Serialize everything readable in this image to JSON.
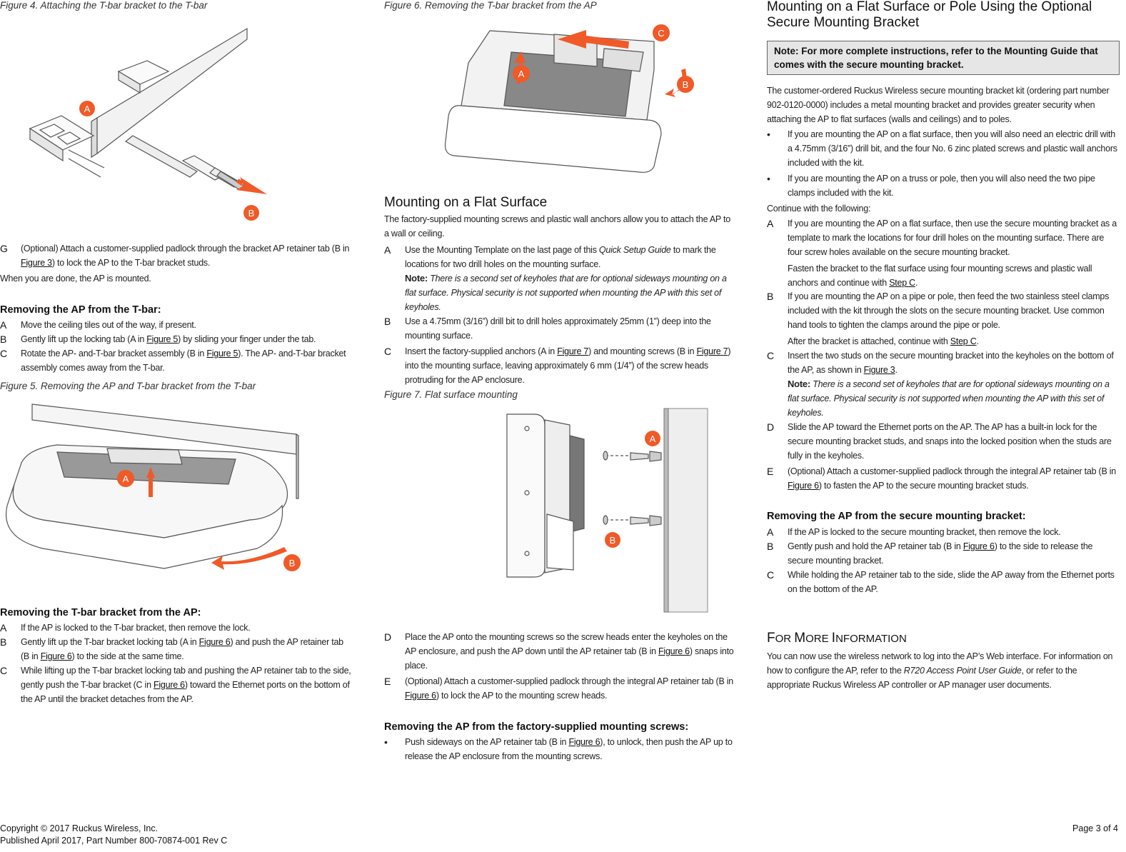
{
  "col1": {
    "fig4_caption": "Figure 4. Attaching the T-bar bracket to the T-bar",
    "fig4_labels": [
      "A",
      "B"
    ],
    "stepG_letter": "G",
    "stepG_a": "(Optional) Attach a customer-supplied padlock through the bracket AP retainer tab (B in ",
    "stepG_link": "Figure 3",
    "stepG_b": ") to lock the AP to the T-bar bracket studs.",
    "done_text": "When you are done, the AP is mounted.",
    "remove_ap_title": "Removing the AP from the T-bar:",
    "remove_ap_steps": [
      {
        "letter": "A",
        "a": "Move the ceiling tiles out of the way, if present.",
        "link": "",
        "b": ""
      },
      {
        "letter": "B",
        "a": "Gently lift up the locking tab (A in ",
        "link": "Figure 5",
        "b": ") by sliding your finger under the tab."
      },
      {
        "letter": "C",
        "a": "Rotate the AP- and-T-bar bracket assembly (B in ",
        "link": "Figure 5",
        "b": "). The AP- and-T-bar bracket assembly comes away from the T-bar."
      }
    ],
    "fig5_caption": "Figure 5. Removing the AP and T-bar bracket from the T-bar",
    "fig5_labels": [
      "A",
      "B"
    ],
    "remove_bracket_title": "Removing the T-bar bracket from the AP:",
    "remove_bracket_steps": [
      {
        "letter": "A",
        "a": "If the AP is locked to the T-bar bracket, then remove the lock.",
        "link": "",
        "b": ""
      },
      {
        "letter": "B",
        "a": "Gently lift up the T-bar bracket locking tab (A in ",
        "link": "Figure 6",
        "b": ") and push the AP retainer tab (B in ",
        "link2": "Figure 6",
        "c": ") to the side at the same time."
      },
      {
        "letter": "C",
        "a": "While lifting up the T-bar bracket locking tab and pushing the AP retainer tab to the side, gently push the T-bar bracket (C in ",
        "link": "Figure 6",
        "b": ") toward the Ethernet ports on the bottom of the AP until the bracket detaches from the AP."
      }
    ]
  },
  "col2": {
    "fig6_caption": "Figure 6. Removing the T-bar bracket from the AP",
    "fig6_labels": [
      "C",
      "A",
      "B"
    ],
    "flat_title": "Mounting on a Flat Surface",
    "flat_intro": "The factory-supplied mounting screws and plastic wall anchors allow you to attach the AP to a wall or ceiling.",
    "stepA_letter": "A",
    "stepA_a": "Use the Mounting Template on the last page of this ",
    "stepA_italic": "Quick Setup Guide",
    "stepA_b": " to mark the locations for two drill holes on the mounting surface.",
    "stepA_note_label": "Note:",
    "stepA_note": " There is a second set of keyholes that are for optional sideways mounting on a flat surface. Physical security is not supported when mounting the AP with this set of keyholes.",
    "stepB_letter": "B",
    "stepB": "Use a 4.75mm (3/16”) drill bit to drill holes approximately 25mm (1”) deep into the mounting surface.",
    "stepC_letter": "C",
    "stepC_a": "Insert the factory-supplied anchors (A in ",
    "stepC_link1": "Figure 7",
    "stepC_b": ") and mounting screws (B in ",
    "stepC_link2": "Figure 7",
    "stepC_c": ") into the mounting surface, leaving approximately 6 mm (1/4”) of the screw heads protruding for the AP enclosure.",
    "fig7_caption": "Figure 7. Flat surface mounting",
    "fig7_labels": [
      "A",
      "B"
    ],
    "stepD_letter": "D",
    "stepD_a": "Place the AP onto the mounting screws so the screw heads enter the keyholes on the AP enclosure, and push the AP down until the AP retainer tab (B in ",
    "stepD_link": "Figure 6",
    "stepD_b": ") snaps into place.",
    "stepE_letter": "E",
    "stepE_a": "(Optional) Attach a customer-supplied padlock through the integral AP retainer tab (B in ",
    "stepE_link": "Figure 6",
    "stepE_b": ") to lock the AP to the mounting screw heads.",
    "remove_screws_title": "Removing the AP from the factory-supplied mounting screws:",
    "remove_bullet": "•",
    "remove_a": "Push sideways on the AP retainer tab (B in ",
    "remove_link": "Figure 6",
    "remove_b": "), to unlock, then push the AP up to release the AP enclosure from the mounting screws."
  },
  "col3": {
    "title": "Mounting on a Flat Surface or Pole Using the Optional Secure Mounting Bracket",
    "note": "Note: For more complete instructions, refer to the Mounting Guide that comes with the secure mounting bracket.",
    "intro": "The customer-ordered Ruckus Wireless secure mounting bracket kit (ordering part number 902-0120-0000) includes a metal mounting bracket and provides greater security when attaching the AP to flat surfaces (walls and ceilings) and to poles.",
    "bullet": "•",
    "bullets": [
      "If you are mounting the AP on a flat surface, then you will also need an electric drill with a 4.75mm (3/16”) drill bit, and the four No. 6 zinc plated screws and plastic wall anchors included with the kit.",
      "If you are mounting the AP on a truss or pole, then you will also need the two pipe clamps included with the kit."
    ],
    "continue": "Continue with the following:",
    "stepA_letter": "A",
    "stepA": "If you are mounting the AP on a flat surface, then use the secure mounting bracket as a template to mark the locations for four drill holes on the mounting surface. There are four screw holes available on the secure mounting bracket.",
    "stepA2_a": "Fasten the bracket to the flat surface using four mounting screws and plastic wall anchors and continue with ",
    "stepA2_link": "Step C",
    "stepA2_b": ".",
    "stepB_letter": "B",
    "stepB": "If you are mounting the AP on a pipe or pole, then feed the two stainless steel clamps included with the kit through the slots on the secure mounting bracket. Use common hand tools to tighten the clamps around the pipe or pole.",
    "stepB2_a": "After the bracket is attached, continue with ",
    "stepB2_link": "Step C",
    "stepB2_b": ".",
    "stepC_letter": "C",
    "stepC_a": "Insert the two studs on the secure mounting bracket into the keyholes on the bottom of the AP, as shown in ",
    "stepC_link": "Figure 3",
    "stepC_b": ".",
    "stepC_note_label": "Note:",
    "stepC_note": " There is a second set of keyholes that are for optional sideways mounting on a flat surface. Physical security is not supported when mounting the AP with this set of keyholes.",
    "stepD_letter": "D",
    "stepD": "Slide the AP toward the Ethernet ports on the AP. The AP has a built-in lock for the secure mounting bracket studs, and snaps into the locked position when the studs are fully in the keyholes.",
    "stepE_letter": "E",
    "stepE_a": "(Optional) Attach a customer-supplied padlock through the integral AP retainer tab (B in ",
    "stepE_link": "Figure 6",
    "stepE_b": ") to fasten the AP to the secure mounting bracket studs.",
    "remove_title": "Removing the AP from the secure mounting bracket:",
    "remove_steps": [
      {
        "letter": "A",
        "a": "If the AP is locked to the secure mounting bracket, then remove the lock.",
        "link": "",
        "b": ""
      },
      {
        "letter": "B",
        "a": "Gently push and hold the AP retainer tab (B in ",
        "link": "Figure 6",
        "b": ") to the side to release the secure mounting bracket."
      },
      {
        "letter": "C",
        "a": "While holding the AP retainer tab to the side, slide the AP away from the Ethernet ports on the bottom of the AP.",
        "link": "",
        "b": ""
      }
    ],
    "more_title_F": "F",
    "more_title_1": "OR ",
    "more_title_M": "M",
    "more_title_2": "ORE ",
    "more_title_I": "I",
    "more_title_3": "NFORMATION",
    "more_a": "You can now use the wireless network to log into the AP’s Web interface. For information on how to configure the AP, refer to the ",
    "more_italic": "R720 Access Point User Guide",
    "more_b": ", or refer to the appropriate Ruckus Wireless AP controller or AP manager user documents."
  },
  "footer": {
    "copyright": "Copyright © 2017 Ruckus Wireless, Inc.",
    "published": "Published April 2017, Part Number 800-70874-001 Rev C",
    "page": "Page 3 of 4"
  }
}
